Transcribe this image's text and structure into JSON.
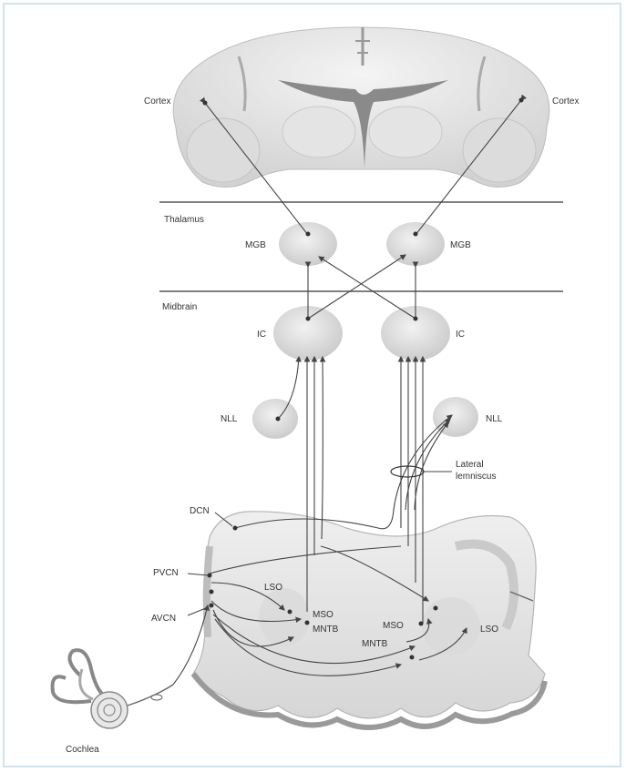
{
  "labels": {
    "cortex_left": "Cortex",
    "cortex_right": "Cortex",
    "thalamus": "Thalamus",
    "mgb_left": "MGB",
    "mgb_right": "MGB",
    "midbrain": "Midbrain",
    "ic_left": "IC",
    "ic_right": "IC",
    "nll_left": "NLL",
    "nll_right": "NLL",
    "lateral_lemniscus_1": "Lateral",
    "lateral_lemniscus_2": "lemniscus",
    "dcn": "DCN",
    "pvcn": "PVCN",
    "avcn": "AVCN",
    "lso_left": "LSO",
    "mso_left": "MSO",
    "mntb_left": "MNTB",
    "mso_right": "MSO",
    "mntb_right": "MNTB",
    "lso_right": "LSO",
    "cochlea": "Cochlea"
  },
  "colors": {
    "background": "#ffffff",
    "border": "#cfe3ef",
    "tissue": "#e6e6e6",
    "tissue_shade": "#cfcfcf",
    "nucleus": "#d9d9d9",
    "pathway": "#444444"
  }
}
